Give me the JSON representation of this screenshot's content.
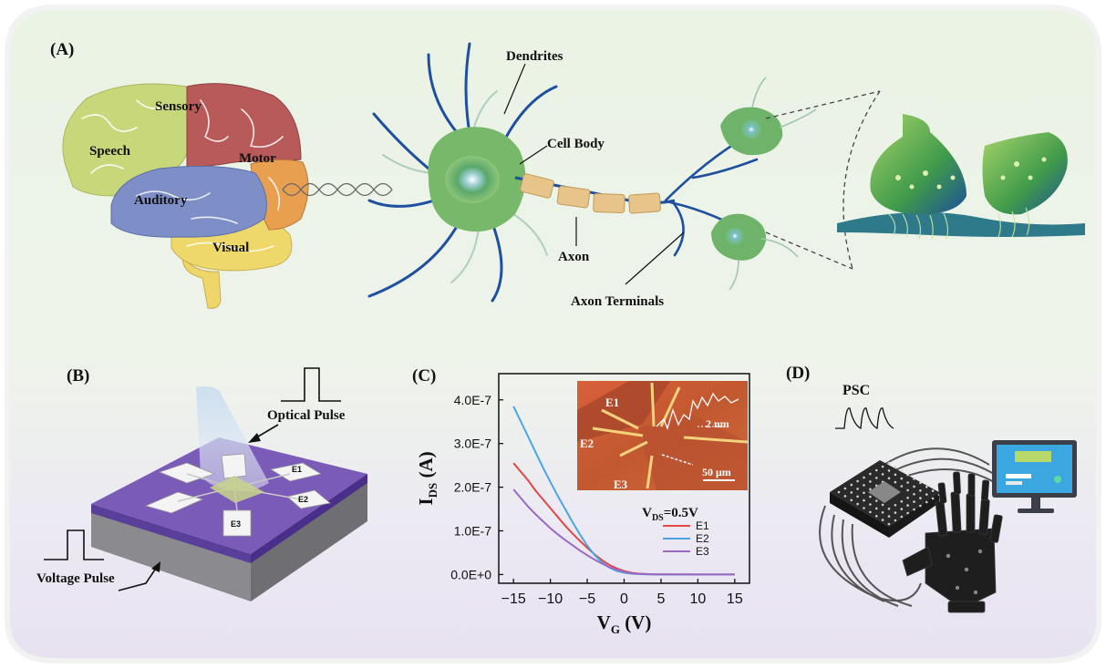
{
  "panels": {
    "a": {
      "label": "(A)",
      "brain_regions": {
        "speech": "Speech",
        "sensory": "Sensory",
        "motor": "Motor",
        "auditory": "Auditory",
        "visual": "Visual"
      },
      "neuron_labels": {
        "dendrites": "Dendrites",
        "cell_body": "Cell Body",
        "axon": "Axon",
        "axon_terminals": "Axon Terminals"
      }
    },
    "b": {
      "label": "(B)",
      "optical_pulse": "Optical Pulse",
      "voltage_pulse": "Voltage Pulse",
      "electrodes": [
        "E1",
        "E2",
        "E3"
      ]
    },
    "c": {
      "label": "(C)",
      "inset": {
        "electrodes": [
          "E1",
          "E2",
          "E3"
        ],
        "height_label": "2 nm",
        "scale_bar": "50 μm"
      }
    },
    "d": {
      "label": "(D)",
      "psc": "PSC"
    }
  },
  "colors": {
    "speech": "#c8d77a",
    "sensory": "#b85a5a",
    "motor": "#e8a050",
    "auditory": "#7d8fc6",
    "visual": "#efd86a",
    "neuron_green": "#6fb36a",
    "neuron_blue": "#1f4fa0",
    "axon_segment": "#e6c48a",
    "substrate_purple": "#7a5cb8",
    "e1_line": "#e04848",
    "e2_line": "#4aa6e0",
    "e3_line": "#9a6ac2"
  },
  "chart_data": {
    "type": "line",
    "xlabel_main": "V",
    "xlabel_sub": "G",
    "xlabel_unit": " (V)",
    "ylabel_main": "I",
    "ylabel_sub": "DS",
    "ylabel_unit": " (A)",
    "xlim": [
      -17,
      17
    ],
    "ylim": [
      -2e-08,
      4.6e-07
    ],
    "x_ticks": [
      -15,
      -10,
      -5,
      0,
      5,
      10,
      15
    ],
    "y_ticks": [
      {
        "value": 0,
        "label": "0.0E+0"
      },
      {
        "value": 1e-07,
        "label": "1.0E-7"
      },
      {
        "value": 2e-07,
        "label": "2.0E-7"
      },
      {
        "value": 3e-07,
        "label": "3.0E-7"
      },
      {
        "value": 4e-07,
        "label": "4.0E-7"
      }
    ],
    "legend_title_main": "V",
    "legend_title_sub": "DS",
    "legend_title_value": "=0.5V",
    "legend_position": "bottom-right",
    "x": [
      -15,
      -14,
      -13,
      -12,
      -11,
      -10,
      -9,
      -8,
      -7,
      -6,
      -5,
      -4,
      -3,
      -2,
      -1,
      0,
      1,
      2,
      3,
      4,
      5,
      10,
      15
    ],
    "series": [
      {
        "name": "E1",
        "color": "#e04848",
        "values": [
          2.55e-07,
          2.35e-07,
          2.15e-07,
          1.92e-07,
          1.72e-07,
          1.52e-07,
          1.32e-07,
          1.12e-07,
          9.4e-08,
          7.7e-08,
          6.1e-08,
          4.6e-08,
          3.3e-08,
          2.2e-08,
          1.4e-08,
          8e-09,
          4e-09,
          2e-09,
          1e-09,
          5e-10,
          2e-10,
          0.0,
          0.0
        ]
      },
      {
        "name": "E2",
        "color": "#4aa6e0",
        "values": [
          3.85e-07,
          3.5e-07,
          3.15e-07,
          2.8e-07,
          2.45e-07,
          2.12e-07,
          1.8e-07,
          1.5e-07,
          1.2e-07,
          9.2e-08,
          6.6e-08,
          4.5e-08,
          2.8e-08,
          1.6e-08,
          8e-09,
          4e-09,
          2e-09,
          1e-09,
          5e-10,
          2e-10,
          1e-10,
          0.0,
          0.0
        ]
      },
      {
        "name": "E3",
        "color": "#9a6ac2",
        "values": [
          1.95e-07,
          1.75e-07,
          1.55e-07,
          1.38e-07,
          1.22e-07,
          1.06e-07,
          9.2e-08,
          7.9e-08,
          6.7e-08,
          5.5e-08,
          4.4e-08,
          3.4e-08,
          2.5e-08,
          1.7e-08,
          1.1e-08,
          6e-09,
          3e-09,
          1.5e-09,
          8e-10,
          4e-10,
          2e-10,
          0.0,
          0.0
        ]
      }
    ]
  }
}
